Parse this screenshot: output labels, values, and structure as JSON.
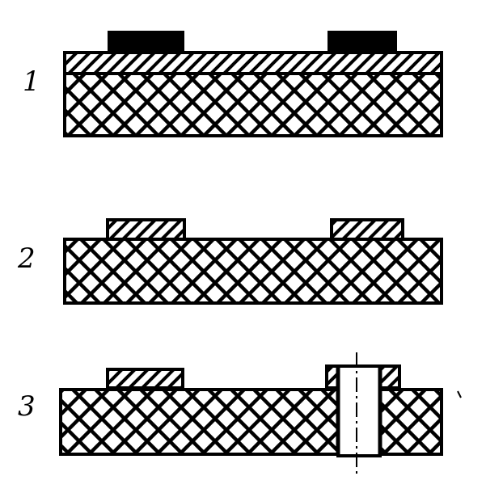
{
  "diagram": {
    "colors": {
      "ink": "#000000",
      "paper": "#ffffff"
    },
    "steps": [
      {
        "label": "1"
      },
      {
        "label": "2"
      },
      {
        "label": "3"
      }
    ]
  }
}
